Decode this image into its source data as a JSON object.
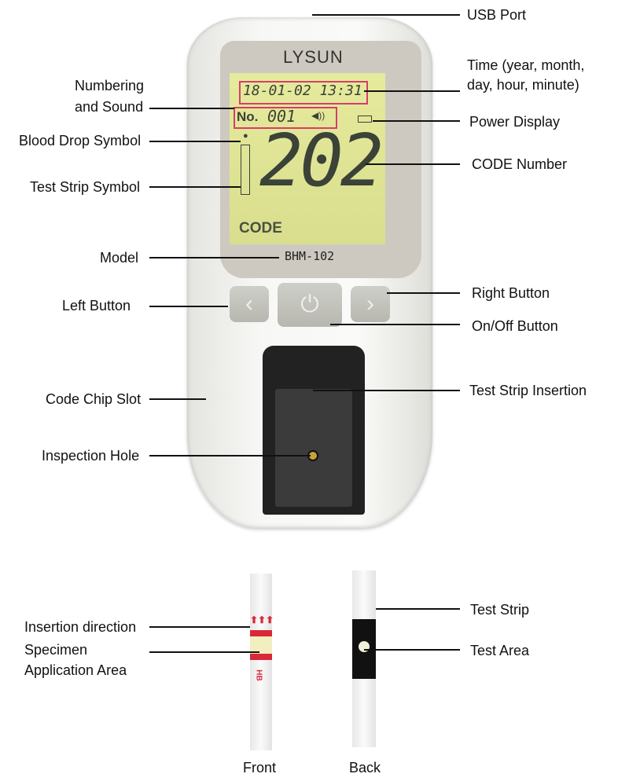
{
  "device": {
    "brand": "LYSUN",
    "model": "BHM-102",
    "lcd": {
      "datetime": "18-01-02 13:31",
      "number_prefix": "No.",
      "number": "001",
      "code_value": "202",
      "code_label": "CODE"
    }
  },
  "labels": {
    "usb_port": "USB Port",
    "time": "Time (year, month,",
    "time2": "day, hour, minute)",
    "numbering": "Numbering",
    "numbering2": "and Sound",
    "power": "Power Display",
    "blood_drop": "Blood Drop Symbol",
    "code_number": "CODE Number",
    "test_strip_symbol": "Test Strip Symbol",
    "model": "Model",
    "right_button": "Right Button",
    "left_button": "Left Button",
    "onoff_button": "On/Off Button",
    "code_chip_slot": "Code Chip Slot",
    "strip_insertion": "Test Strip Insertion",
    "inspection_hole": "Inspection Hole",
    "insertion_direction": "Insertion direction",
    "specimen": "Specimen",
    "specimen2": "Application Area",
    "test_strip": "Test Strip",
    "test_area": "Test Area",
    "front": "Front",
    "back": "Back"
  },
  "strip_text": "HB"
}
